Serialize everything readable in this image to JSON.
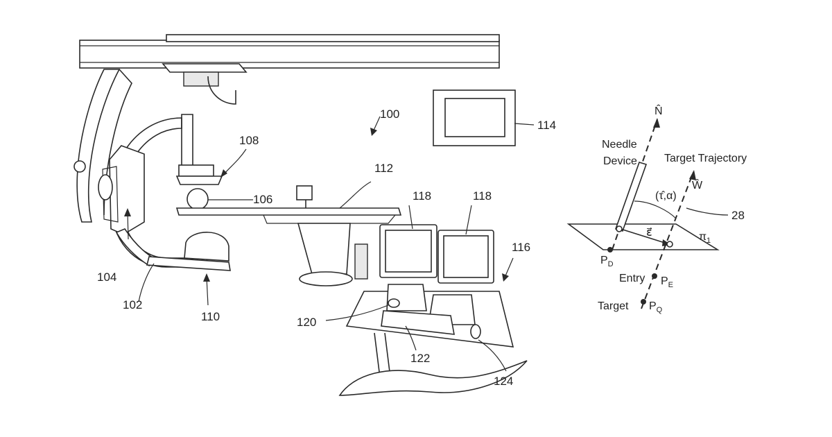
{
  "reference_numerals": {
    "system": "100",
    "c_arm": "102",
    "detector": "104",
    "patient": "106",
    "source": "108",
    "base": "110",
    "table": "112",
    "display": "114",
    "workstation": "116",
    "monitor_left": "118",
    "monitor_right": "118",
    "control_panel": "120",
    "keyboard": "122",
    "mouse": "124",
    "trajectory": "28"
  },
  "inset": {
    "needle_device_line1": "Needle",
    "needle_device_line2": "Device",
    "target_trajectory": "Target Trajectory",
    "n_hat": "N̂",
    "w_hat": "Ŵ",
    "tau_alpha": "(τ̂,α)",
    "epsilon": "ε⃗",
    "plane": "π",
    "plane_sub": "1",
    "pd": "P",
    "pd_sub": "D",
    "entry": "Entry",
    "pe": "P",
    "pe_sub": "E",
    "target": "Target",
    "pq": "P",
    "pq_sub": "Q"
  }
}
